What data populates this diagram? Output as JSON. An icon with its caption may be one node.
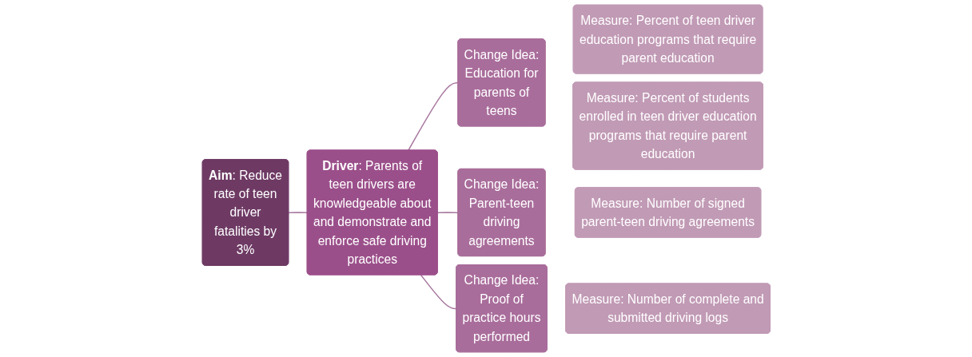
{
  "diagram": {
    "nodes": [
      {
        "text": [
          "**Aim**: Reduce rate of teen driver fatalities by 3%"
        ]
      },
      {
        "text": [
          "**Driver**: Parents of teen drivers are knowledgeable about and demonstrate and enforce safe driving practices"
        ]
      },
      {
        "text": [
          "Change Idea: Education for parents of teens"
        ]
      },
      {
        "text": [
          "Change Idea: Parent-teen driving agreements"
        ]
      },
      {
        "text": [
          "Change Idea: Proof of practice hours performed"
        ]
      },
      {
        "text": [
          "Measure: Percent of teen driver education programs that require parent education"
        ]
      },
      {
        "text": [
          "Measure: Percent of students enrolled in teen driver education programs that require parent education"
        ]
      },
      {
        "text": [
          "Measure: Number of signed parent-teen driving agreements"
        ]
      },
      {
        "text": [
          "Measure: Number of complete and submitted driving logs"
        ]
      }
    ],
    "edges": [
      {
        "from": 0,
        "to": 1,
        "arrow": "none"
      },
      {
        "from": 1,
        "to": 2,
        "arrow": "none"
      },
      {
        "from": 1,
        "to": 3,
        "arrow": "none"
      },
      {
        "from": 1,
        "to": 4,
        "arrow": "none"
      }
    ]
  }
}
